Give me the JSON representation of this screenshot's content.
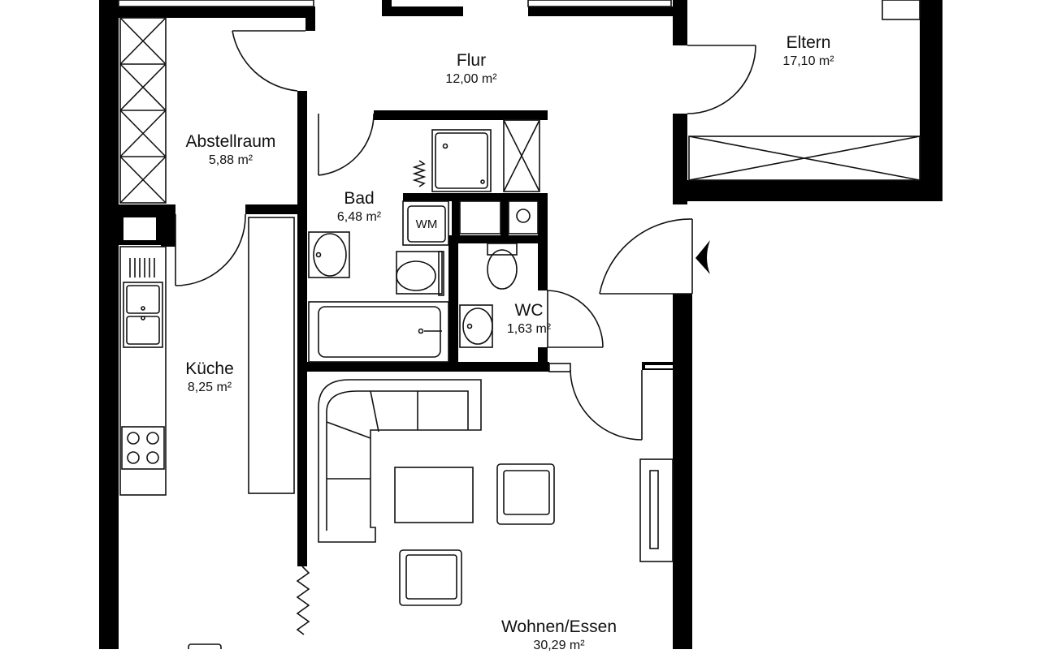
{
  "rooms": {
    "eltern": {
      "name": "Eltern",
      "area": "17,10 m²"
    },
    "flur": {
      "name": "Flur",
      "area": "12,00 m²"
    },
    "abstellraum": {
      "name": "Abstellraum",
      "area": "5,88 m²"
    },
    "bad": {
      "name": "Bad",
      "area": "6,48 m²"
    },
    "wc": {
      "name": "WC",
      "area": "1,63 m²"
    },
    "kueche": {
      "name": "Küche",
      "area": "8,25 m²"
    },
    "wohnen": {
      "name": "Wohnen/Essen",
      "area": "30,29 m²"
    }
  },
  "fixtures": {
    "washing_machine": "WM"
  },
  "colors": {
    "wall": "#000000",
    "line": "#111111",
    "background": "#ffffff"
  }
}
